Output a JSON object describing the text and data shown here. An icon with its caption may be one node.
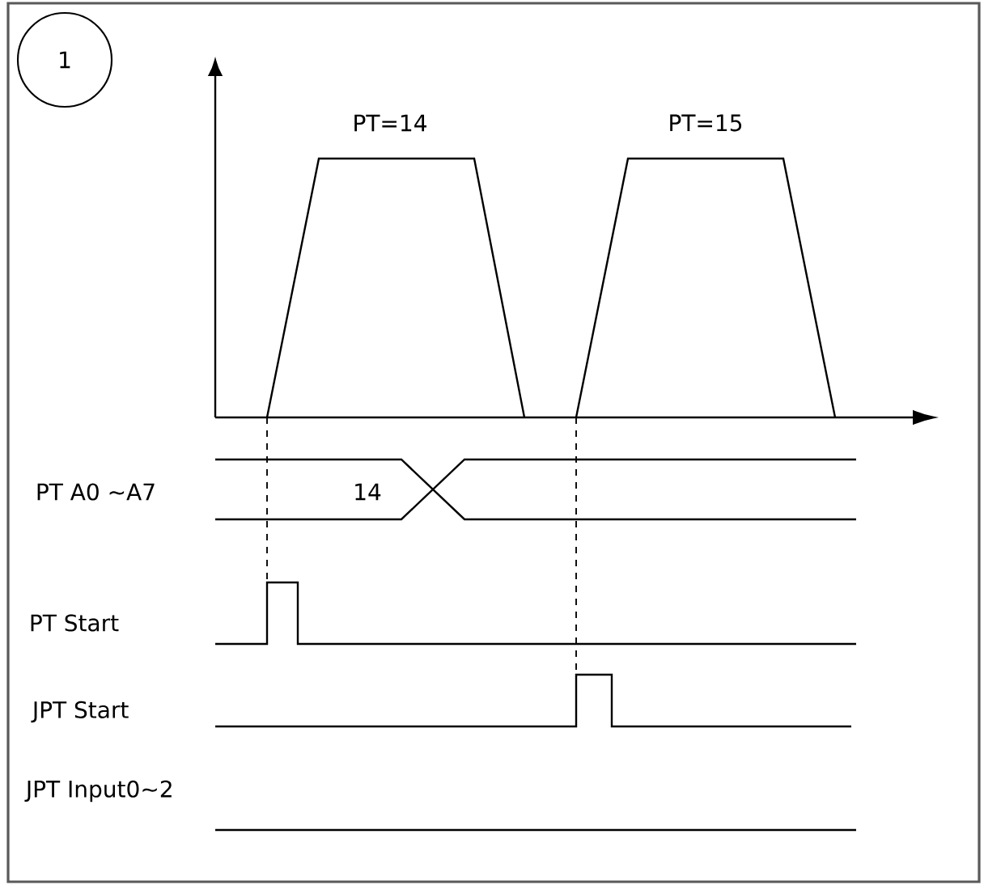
{
  "diagram": {
    "nodes": [
      {
        "text": [
          "1"
        ]
      }
    ],
    "labels": [
      "PT=14",
      "PT=15",
      "PT A0 ~A7",
      "14",
      "PT Start",
      "JPT Start",
      "JPT Input0~2"
    ]
  }
}
